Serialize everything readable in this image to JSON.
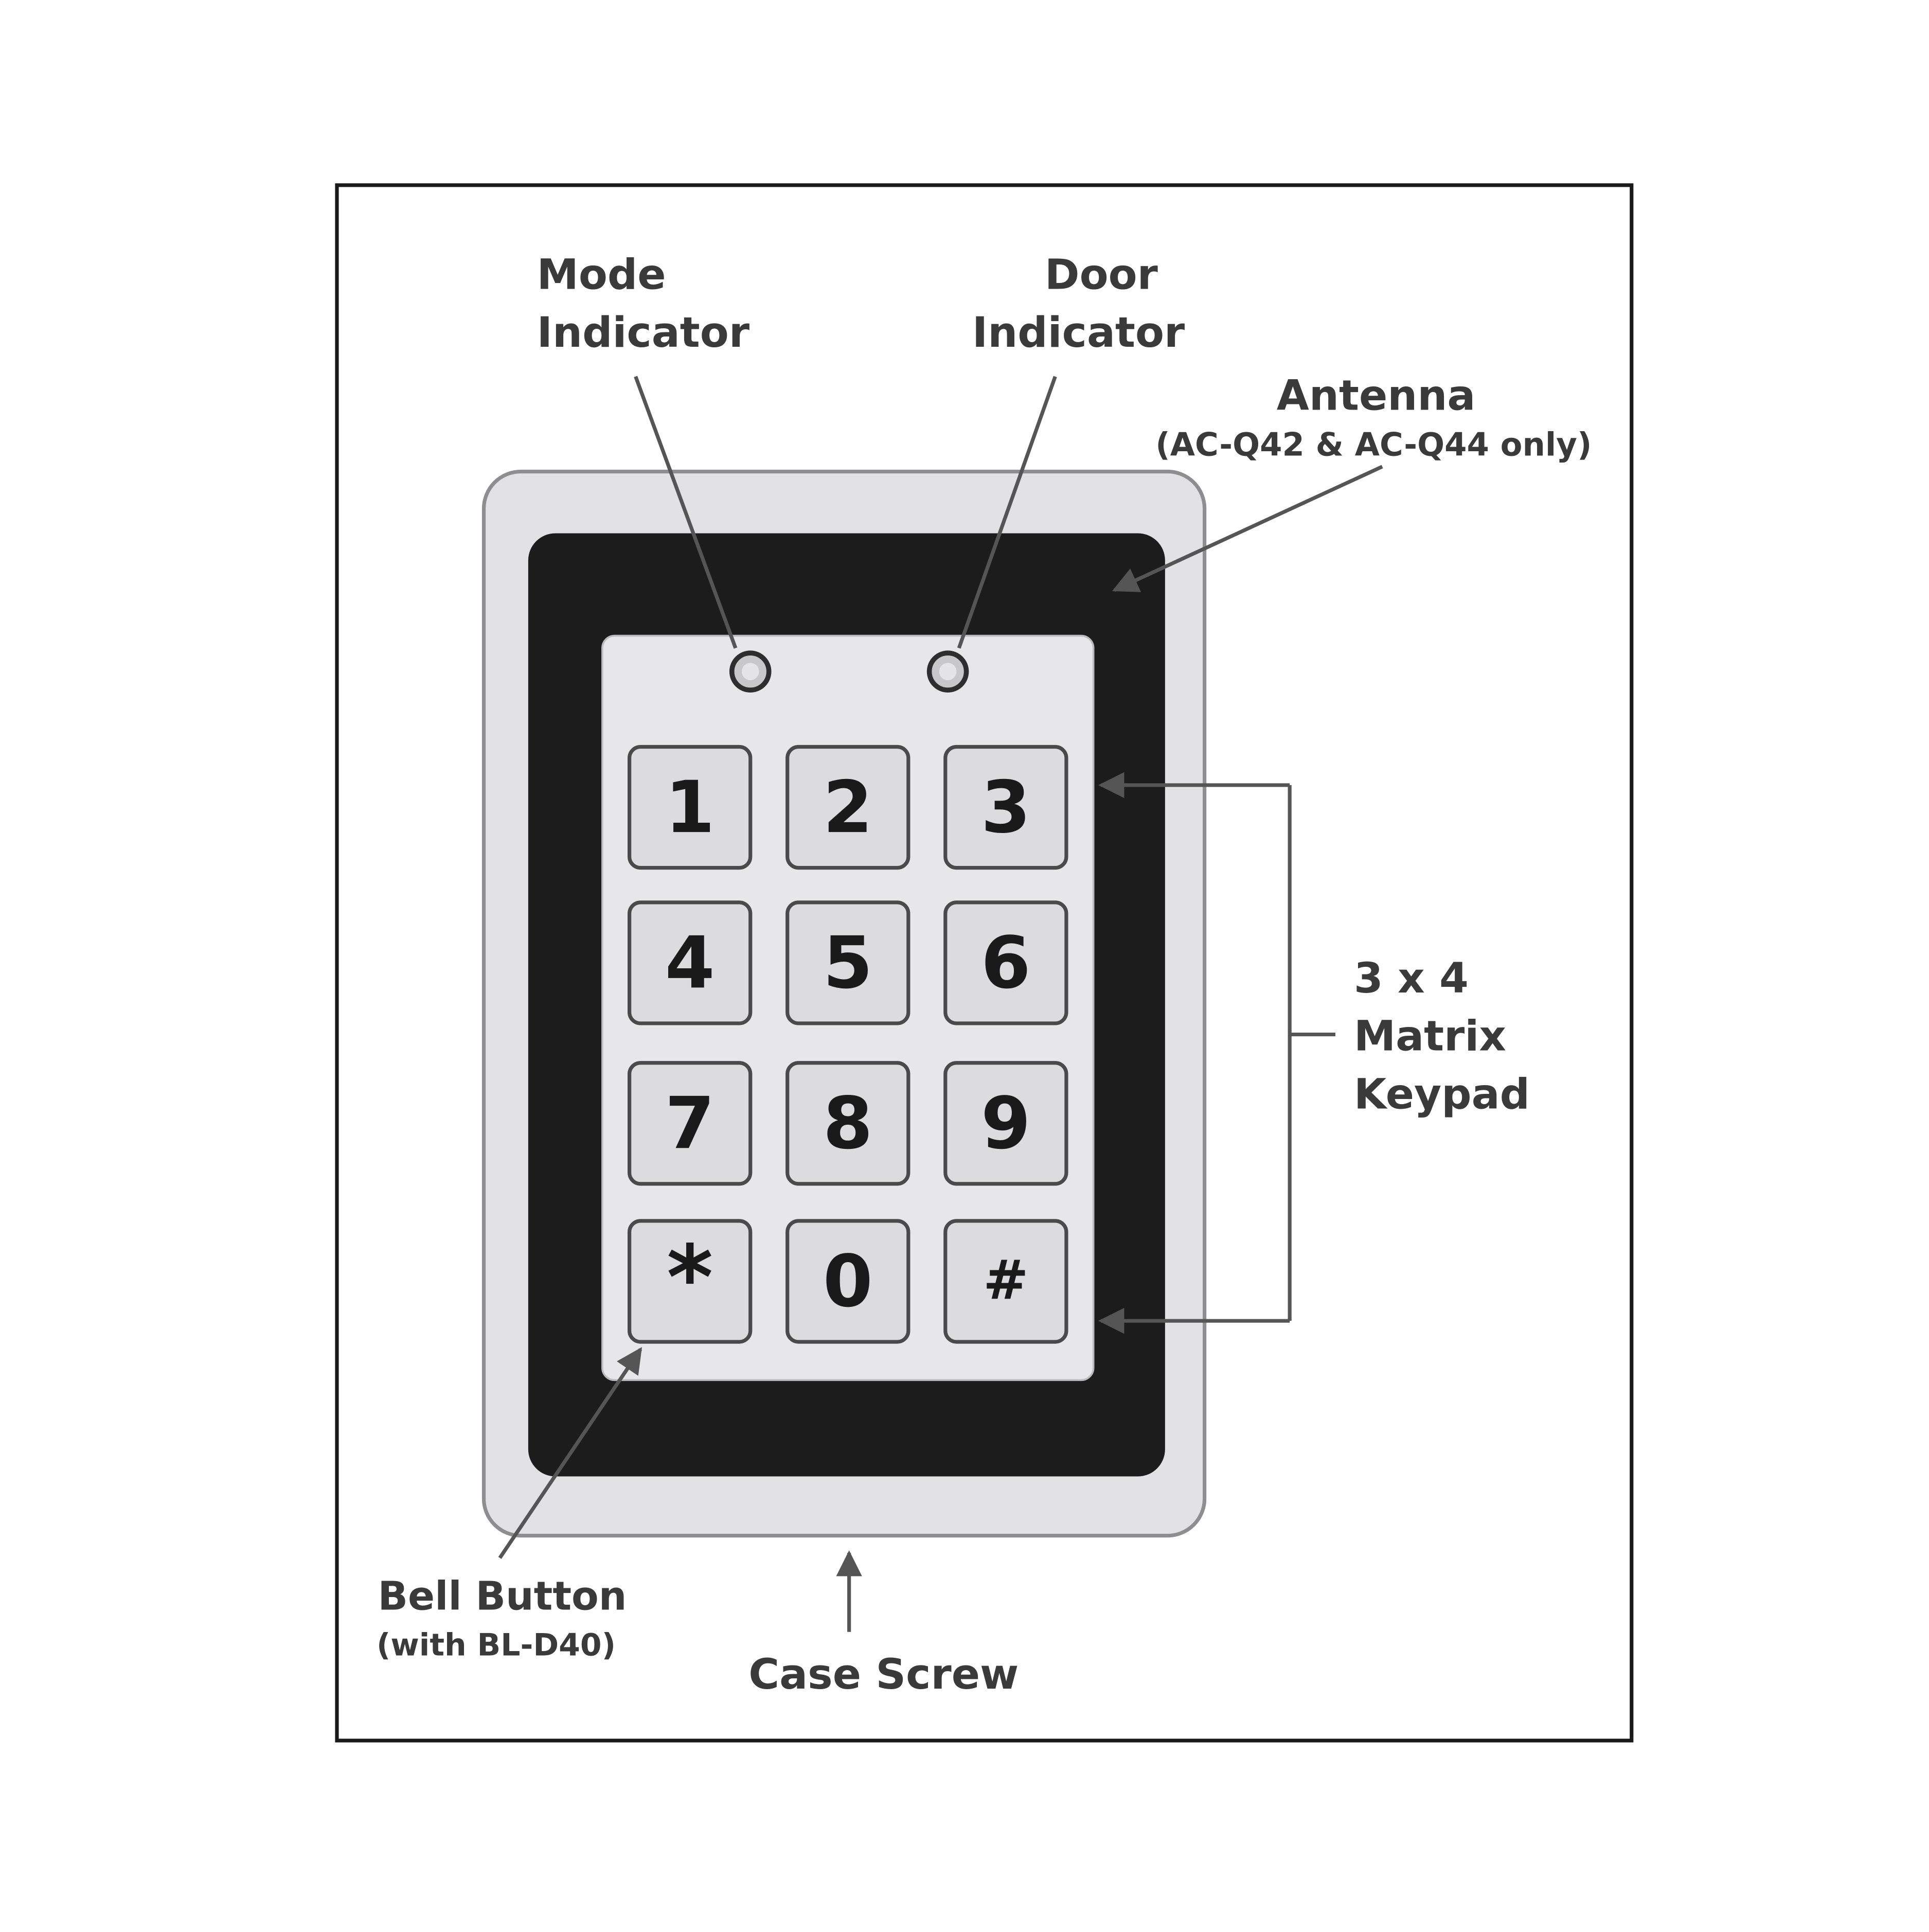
{
  "labels": {
    "mode_indicator": [
      "Mode",
      "Indicator"
    ],
    "door_indicator": [
      "Door",
      "Indicator"
    ],
    "antenna": "Antenna",
    "antenna_note": "(AC-Q42 & AC-Q44 only)",
    "matrix_keypad": [
      "3 x 4",
      "Matrix",
      "Keypad"
    ],
    "bell_button": "Bell Button",
    "bell_button_note": "(with BL-D40)",
    "case_screw": "Case Screw"
  },
  "keypad": {
    "rows": [
      [
        "1",
        "2",
        "3"
      ],
      [
        "4",
        "5",
        "6"
      ],
      [
        "7",
        "8",
        "9"
      ],
      [
        "*",
        "0",
        "#"
      ]
    ]
  },
  "colors": {
    "frame_border": "#1a1a1a",
    "case_fill": "#e2e2e4",
    "case_stroke": "#8e8e90",
    "bezel": "#1c1c1c",
    "face": "#e7e7e9",
    "key_fill": "#dcdcde",
    "key_stroke": "#4a4a4a",
    "leader": "#555555"
  }
}
